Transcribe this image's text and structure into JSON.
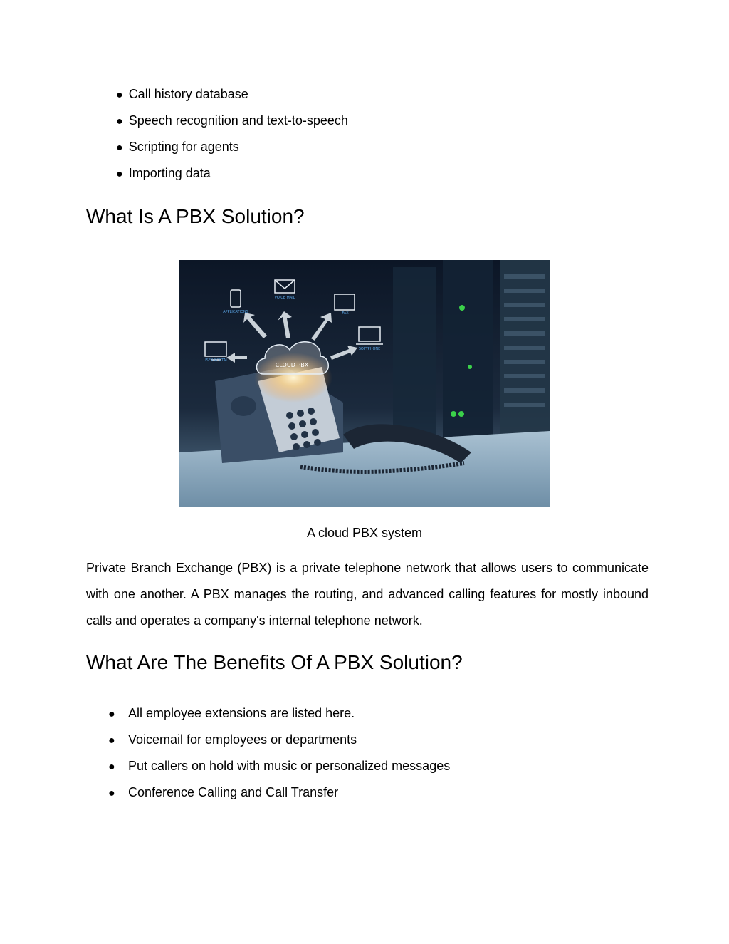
{
  "list1": {
    "bullet": "●",
    "items": [
      "Call history database",
      "Speech recognition and text-to-speech",
      "Scripting for agents",
      "Importing data"
    ]
  },
  "heading1": "What Is A PBX Solution?",
  "figure": {
    "caption": "A cloud PBX system",
    "cloud_label": "CLOUD PBX",
    "icon_labels": {
      "applications": "APPLICATIONS",
      "voicemail": "VOICE MAIL",
      "fax": "FAX",
      "softphone": "SOFTPHONE",
      "user_portal": "USER PORTAL"
    }
  },
  "paragraph": {
    "lines": [
      "Private Branch Exchange (PBX) is a private telephone network that allows users to communicate",
      "with one another. A PBX manages the routing, and advanced calling features for mostly inbound",
      "calls and operates a company's internal telephone network."
    ]
  },
  "heading2": "What Are The Benefits Of A PBX Solution?",
  "list2": {
    "bullet": "●",
    "items": [
      "All employee extensions are listed here.",
      "Voicemail for employees or departments",
      "Put callers on hold with music or personalized messages",
      "Conference Calling and Call Transfer"
    ]
  }
}
